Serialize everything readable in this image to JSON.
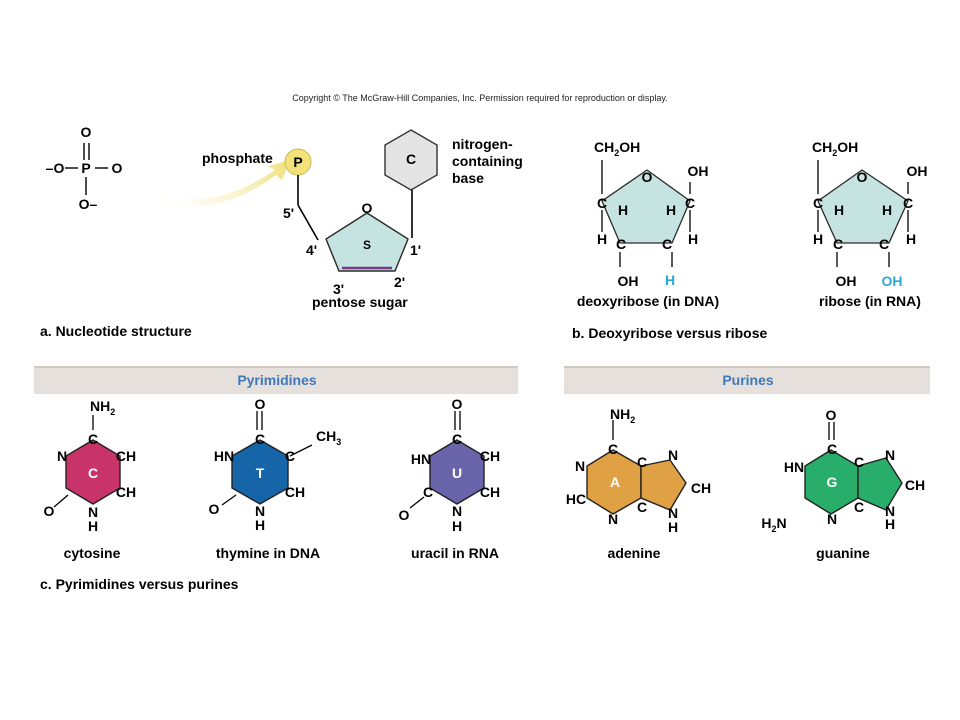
{
  "copyright": "Copyright © The McGraw-Hill Companies, Inc. Permission required for reproduction or display.",
  "colors": {
    "phosphate": "#f3e27a",
    "sugar": "#c5e3e0",
    "base_generic": "#e4e4e4",
    "cytosine": "#c8336a",
    "thymine": "#1565a8",
    "uracil": "#6a64ab",
    "adenine": "#e0a044",
    "guanine": "#28ad6a",
    "highlight": "#2aa8d6",
    "banner": "#e6e0dc",
    "banner_text": "#3f78b6"
  },
  "panel_a": {
    "caption": "a. Nucleotide structure",
    "phosphate_group": {
      "top": "O",
      "left": "–O",
      "center": "P",
      "right": "O",
      "bottom": "O–"
    },
    "phosphate_label": "phosphate",
    "phosphate_symbol": "P",
    "base_symbol": "C",
    "base_label": [
      "nitrogen-",
      "containing",
      "base"
    ],
    "sugar_symbol": "S",
    "ring_oxygen": "O",
    "carbons": {
      "c5": "5'",
      "c4": "4'",
      "c3": "3'",
      "c2": "2'",
      "c1": "1'"
    },
    "sugar_label": "pentose sugar"
  },
  "panel_b": {
    "caption": "b. Deoxyribose versus ribose",
    "deoxyribose": {
      "name": "deoxyribose (in DNA)",
      "ch2oh": "CH2OH",
      "ring_o": "O",
      "oh_top": "OH",
      "c_left": "C",
      "c_right": "C",
      "c_bl": "C",
      "c_br": "C",
      "h_left_in": "H",
      "h_right_in": "H",
      "h_left_out": "H",
      "h_right_out": "H",
      "bottom_left": "OH",
      "bottom_right": "H"
    },
    "ribose": {
      "name": "ribose (in RNA)",
      "ch2oh": "CH2OH",
      "ring_o": "O",
      "oh_top": "OH",
      "c_left": "C",
      "c_right": "C",
      "c_bl": "C",
      "c_br": "C",
      "h_left_in": "H",
      "h_right_in": "H",
      "h_left_out": "H",
      "h_right_out": "H",
      "bottom_left": "OH",
      "bottom_right": "OH"
    }
  },
  "panel_c": {
    "caption": "c. Pyrimidines versus purines",
    "pyrimidines_title": "Pyrimidines",
    "purines_title": "Purines",
    "cytosine": {
      "name": "cytosine",
      "letter": "C",
      "top": "NH2",
      "c_top": "C",
      "n_left": "N",
      "ch_right_top": "CH",
      "ch_right_bottom": "CH",
      "n_bottom": "N",
      "h_bottom": "H",
      "o_left": "O"
    },
    "thymine": {
      "name": "thymine in DNA",
      "letter": "T",
      "top": "O",
      "c_top": "C",
      "hn_left": "HN",
      "c_right": "C",
      "ch3": "CH3",
      "ch_right_bottom": "CH",
      "n_bottom": "N",
      "h_bottom": "H",
      "o_left": "O"
    },
    "uracil": {
      "name": "uracil in RNA",
      "letter": "U",
      "top": "O",
      "c_top": "C",
      "hn_left": "HN",
      "ch_right_top": "CH",
      "c_left": "C",
      "ch_right_bottom": "CH",
      "n_bottom": "N",
      "h_bottom": "H",
      "o_left": "O"
    },
    "adenine": {
      "name": "adenine",
      "letter": "A",
      "top": "NH2",
      "c_top": "C",
      "n_left": "N",
      "c_mid_top": "C",
      "hc": "HC",
      "n_bottom": "N",
      "c_mid_bottom": "C",
      "n_right_top": "N",
      "ch_right": "CH",
      "n_right_bottom": "N",
      "h_right_bottom": "H"
    },
    "guanine": {
      "name": "guanine",
      "letter": "G",
      "top": "O",
      "c_top": "C",
      "hn_left": "HN",
      "c_mid_top": "C",
      "c_left_bottom": "H2N",
      "n_bottom": "N",
      "c_mid_bottom": "C",
      "n_right_top": "N",
      "ch_right": "CH",
      "n_right_bottom": "N",
      "h_right_bottom": "H"
    }
  }
}
